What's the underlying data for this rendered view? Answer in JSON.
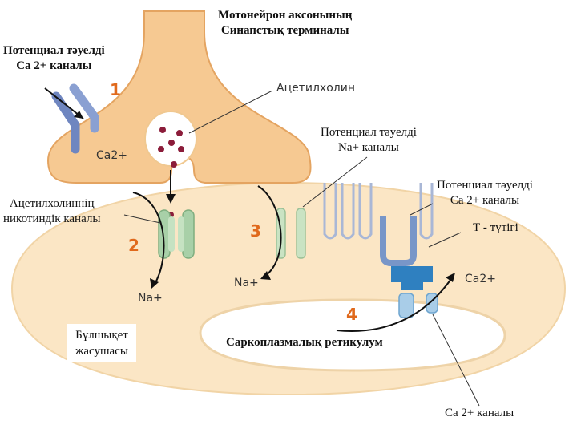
{
  "labels": {
    "axon_terminal": [
      "Мотонейрон аксонының",
      "Синапстық терминалы"
    ],
    "ca_channel_top": [
      "Потенциал тәуелді",
      "Са 2+ каналы"
    ],
    "acetylcholine": "Ацетилхолин",
    "na_channel": [
      "Потенциал тәуелді",
      "Na+ каналы"
    ],
    "ca_channel_right": [
      "Потенциал тәуелді",
      "Са 2+ каналы"
    ],
    "nicotinic": [
      "Ацетилхолиннің",
      "никотиндік каналы"
    ],
    "t_tubule": "Т - түтігі",
    "muscle_cell": [
      "Бұлшықет",
      "жасушасы"
    ],
    "sr": "Саркоплазмалық ретикулум",
    "ca_channel_bottom": "Са 2+ каналы"
  },
  "ions": {
    "ca_top": "Ca2+",
    "na_left": "Na+",
    "na_mid": "Na+",
    "ca_right": "Ca2+"
  },
  "steps": [
    "1",
    "2",
    "3",
    "4"
  ],
  "colors": {
    "terminal_fill": "#f6c992",
    "terminal_stroke": "#e4a461",
    "muscle_fill": "#fbe6c5",
    "sr_fill": "#ffffff",
    "sr_stroke": "#eed3a8",
    "vesicle_dot": "#8b1c3a",
    "step_number": "#e0691c",
    "nicotinic_channel": "#a8d0a8",
    "na_channel": "#c9e3c3",
    "ca_channel_blue": "#7896c8",
    "ca_channel_dhpr": "#2f80c0",
    "ryr": "#a9cde8"
  }
}
